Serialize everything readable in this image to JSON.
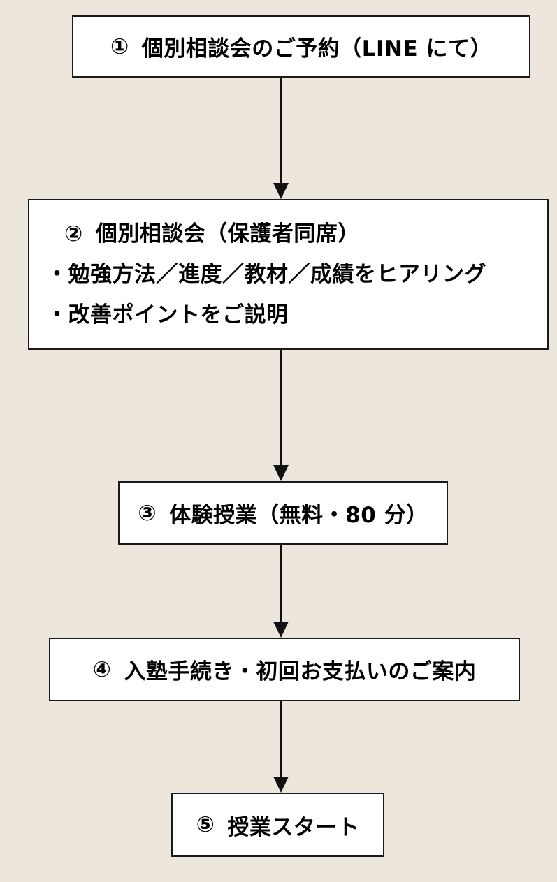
{
  "colors": {
    "background": "#ede6dc",
    "box_fill": "#ffffff",
    "box_border": "#1a1a1a",
    "arrow": "#111111"
  },
  "steps": [
    {
      "number": "①",
      "text": "個別相談会のご予約（LINE にて）"
    },
    {
      "number": "②",
      "text": "個別相談会（保護者同席）",
      "bullets": [
        "・勉強方法／進度／教材／成績をヒアリング",
        "・改善ポイントをご説明"
      ]
    },
    {
      "number": "③",
      "text": "体験授業（無料・80 分）"
    },
    {
      "number": "④",
      "text": "入塾手続き・初回お支払いのご案内"
    },
    {
      "number": "⑤",
      "text": "授業スタート"
    }
  ]
}
